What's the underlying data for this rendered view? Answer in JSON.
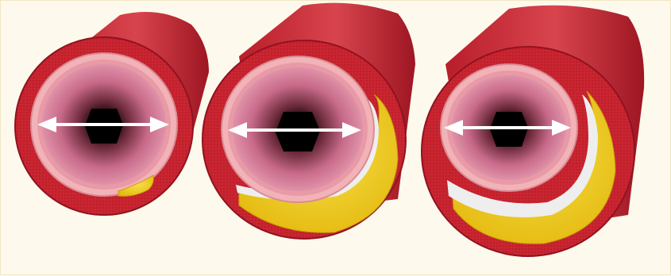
{
  "figure": {
    "background_color": "#fdf9ec",
    "panel_count": 3,
    "panels": [
      {
        "id": "normal-artery",
        "plaque_level": 0.15,
        "has_arrow": true
      },
      {
        "id": "moderate-plaque-artery",
        "plaque_level": 0.55,
        "has_arrow": true
      },
      {
        "id": "severe-plaque-artery",
        "plaque_level": 0.85,
        "has_arrow": true
      }
    ],
    "colors": {
      "vessel_wall": "#c8232f",
      "vessel_wall_dark": "#8f1320",
      "vessel_exterior": "#d9434a",
      "intima": "#f2b3b8",
      "lumen_pink": "#c86a8a",
      "lumen_dark": "#4a1c24",
      "lumen_center": "#000000",
      "plaque_yellow": "#f3d21a",
      "plaque_white": "#eeeeee",
      "arrow": "#ffffff"
    },
    "icons": {
      "measurement": "double-headed-arrow-icon"
    }
  }
}
